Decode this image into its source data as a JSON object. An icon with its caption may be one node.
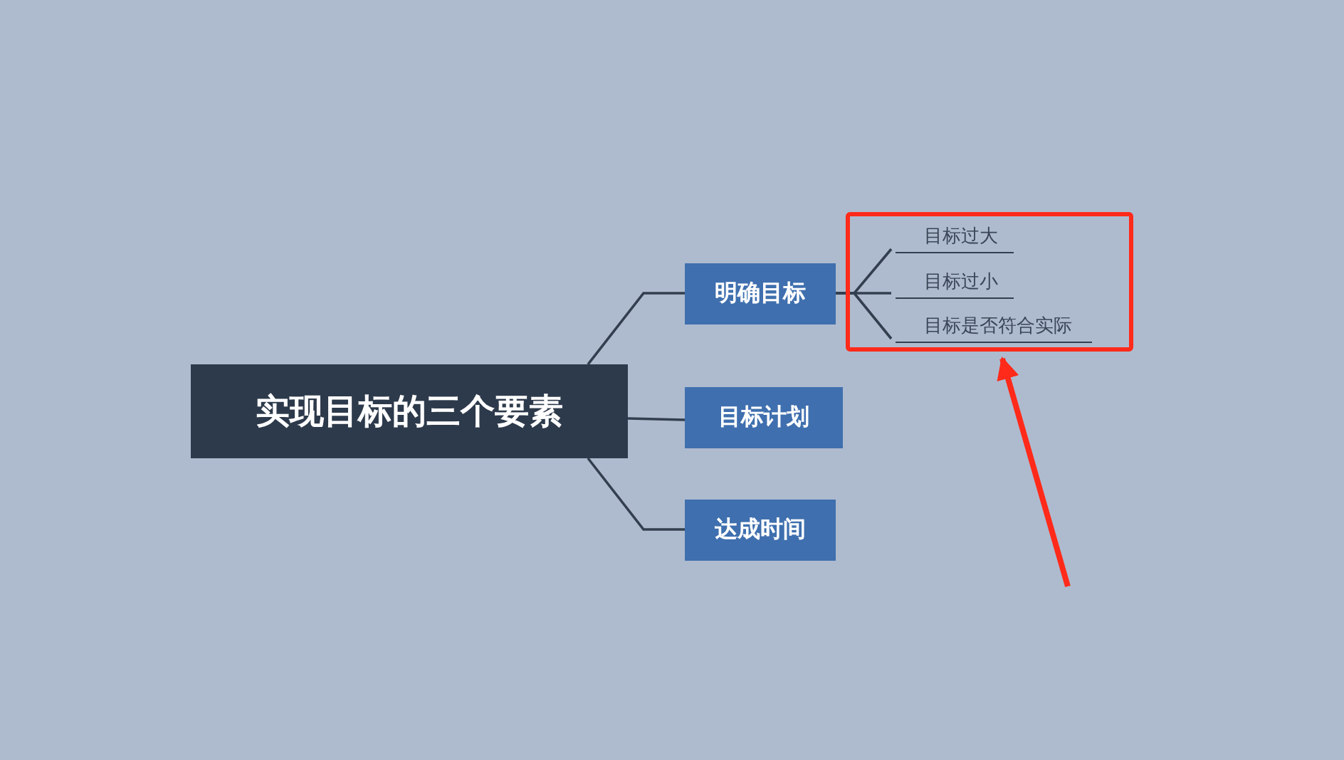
{
  "diagram": {
    "nodes": [
      {
        "text": [
          "实现目标的三个要素"
        ]
      },
      {
        "text": [
          "明确目标"
        ]
      },
      {
        "text": [
          "目标计划"
        ]
      },
      {
        "text": [
          "达成时间"
        ]
      },
      {
        "text": [],
        "shape": "box"
      },
      {
        "text": [
          "目标过大"
        ],
        "in": 4
      },
      {
        "text": [
          "目标过小"
        ],
        "in": 4
      },
      {
        "text": [
          "目标是否符合实际"
        ],
        "in": 4
      }
    ],
    "edges": [
      {
        "from": 0,
        "to": 1,
        "arrow": "none"
      },
      {
        "from": 0,
        "to": 2,
        "arrow": "none"
      },
      {
        "from": 0,
        "to": 3,
        "arrow": "none"
      },
      {
        "from": 1,
        "to": 5,
        "arrow": "none"
      },
      {
        "from": 1,
        "to": 6,
        "arrow": "none"
      },
      {
        "from": 1,
        "to": 7,
        "arrow": "none"
      },
      {
        "from": null,
        "to": 4,
        "arrow": "to",
        "style": "thick",
        "color": "#ff2a1a"
      }
    ]
  }
}
